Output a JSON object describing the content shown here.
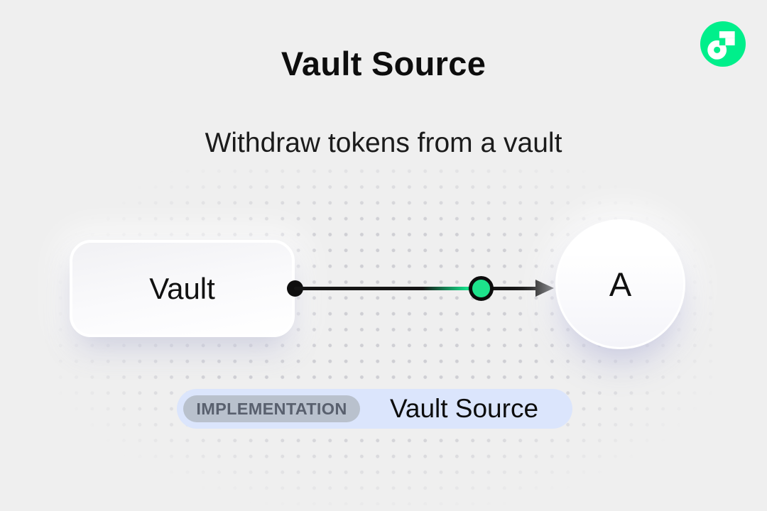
{
  "canvas": {
    "background": "#efefef",
    "dot_color": "#cfcfd4"
  },
  "header": {
    "title": "Vault Source",
    "subtitle": "Withdraw tokens from a vault"
  },
  "logo": {
    "name": "flow-logo",
    "green": "#00ef8b"
  },
  "diagram": {
    "vault_node_label": "Vault",
    "account_node_label": "A",
    "token_color": "#1de28c",
    "edge_color": "#141414"
  },
  "caption": {
    "tag_label": "IMPLEMENTATION",
    "title": "Vault Source",
    "pill_bg": "#dbe5fc",
    "tag_bg": "#b9c1cd",
    "tag_text_color": "#59606e"
  }
}
